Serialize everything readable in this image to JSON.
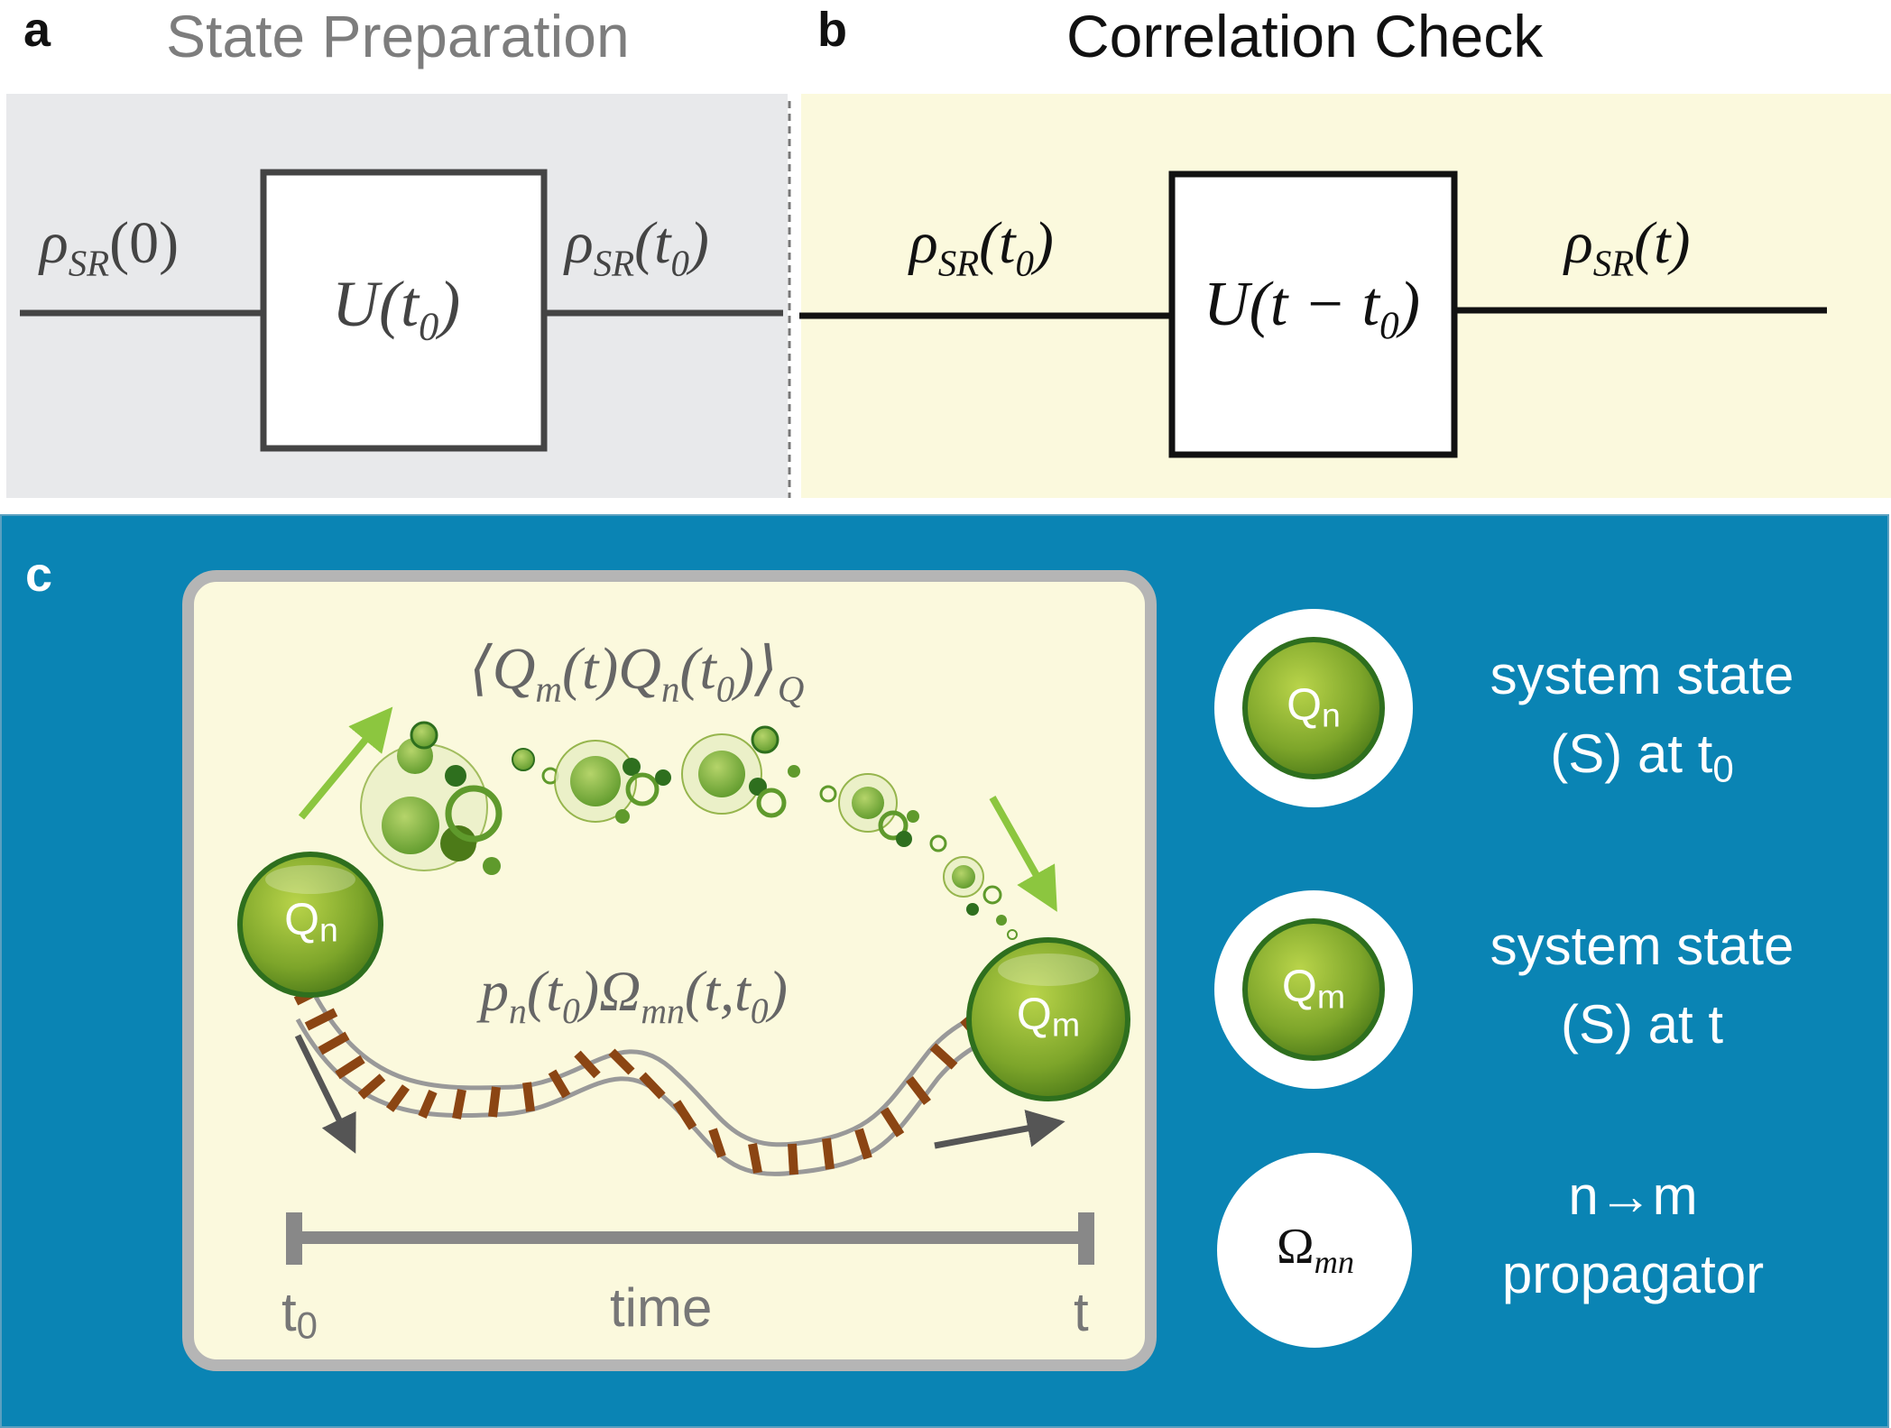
{
  "panel_a": {
    "letter": "a",
    "title": "State Preparation",
    "input_symbol": "ρ",
    "input_sub": "SR",
    "input_arg": "(0)",
    "gate_symbol": "U",
    "gate_arg_open": "(t",
    "gate_arg_sub": "0",
    "gate_arg_close": ")",
    "output_symbol": "ρ",
    "output_sub": "SR",
    "output_arg_open": "(t",
    "output_arg_sub": "0",
    "output_arg_close": ")"
  },
  "panel_b": {
    "letter": "b",
    "title": "Correlation Check",
    "input_symbol": "ρ",
    "input_sub": "SR",
    "input_arg_open": "(t",
    "input_arg_sub": "0",
    "input_arg_close": ")",
    "gate_symbol": "U",
    "gate_arg_open": "(t − t",
    "gate_arg_sub": "0",
    "gate_arg_close": ")",
    "output_symbol": "ρ",
    "output_sub": "SR",
    "output_arg": "(t)"
  },
  "panel_c": {
    "letter": "c",
    "correlation": {
      "open": "⟨Q",
      "m_sub": "m",
      "mid1": "(t)Q",
      "n_sub": "n",
      "mid2": "(t",
      "t_sub": "0",
      "close": ")⟩",
      "q_sub": "Q"
    },
    "propagator_expr": {
      "p": "p",
      "p_sub": "n",
      "mid1": "(t",
      "t_sub1": "0",
      "mid2": ")Ω",
      "omega_sub": "mn",
      "mid3": "(t,t",
      "t_sub2": "0",
      "close": ")"
    },
    "ball_start_label": "Q",
    "ball_start_sub": "n",
    "ball_end_label": "Q",
    "ball_end_sub": "m",
    "time_start": "t",
    "time_start_sub": "0",
    "time_label": "time",
    "time_end": "t"
  },
  "legend": [
    {
      "icon_label": "Q",
      "icon_sub": "n",
      "line1": "system state",
      "line2": "(S) at t",
      "line2_sub": "0"
    },
    {
      "icon_label": "Q",
      "icon_sub": "m",
      "line1": "system state",
      "line2": "(S) at t",
      "line2_sub": ""
    },
    {
      "icon_label": "Ω",
      "icon_sub": "mn",
      "line1": "n→m",
      "line2": "propagator",
      "line2_sub": ""
    }
  ],
  "colors": {
    "panel_a_bg": "#e8e9eb",
    "panel_b_bg": "#fbf9dd",
    "panel_c_bg": "#0a84b4",
    "inner_bg": "#fbf9dd",
    "ball_green": "#8cb02a",
    "arrow_green": "#8cc63f",
    "rail_brown": "#8b4513"
  }
}
